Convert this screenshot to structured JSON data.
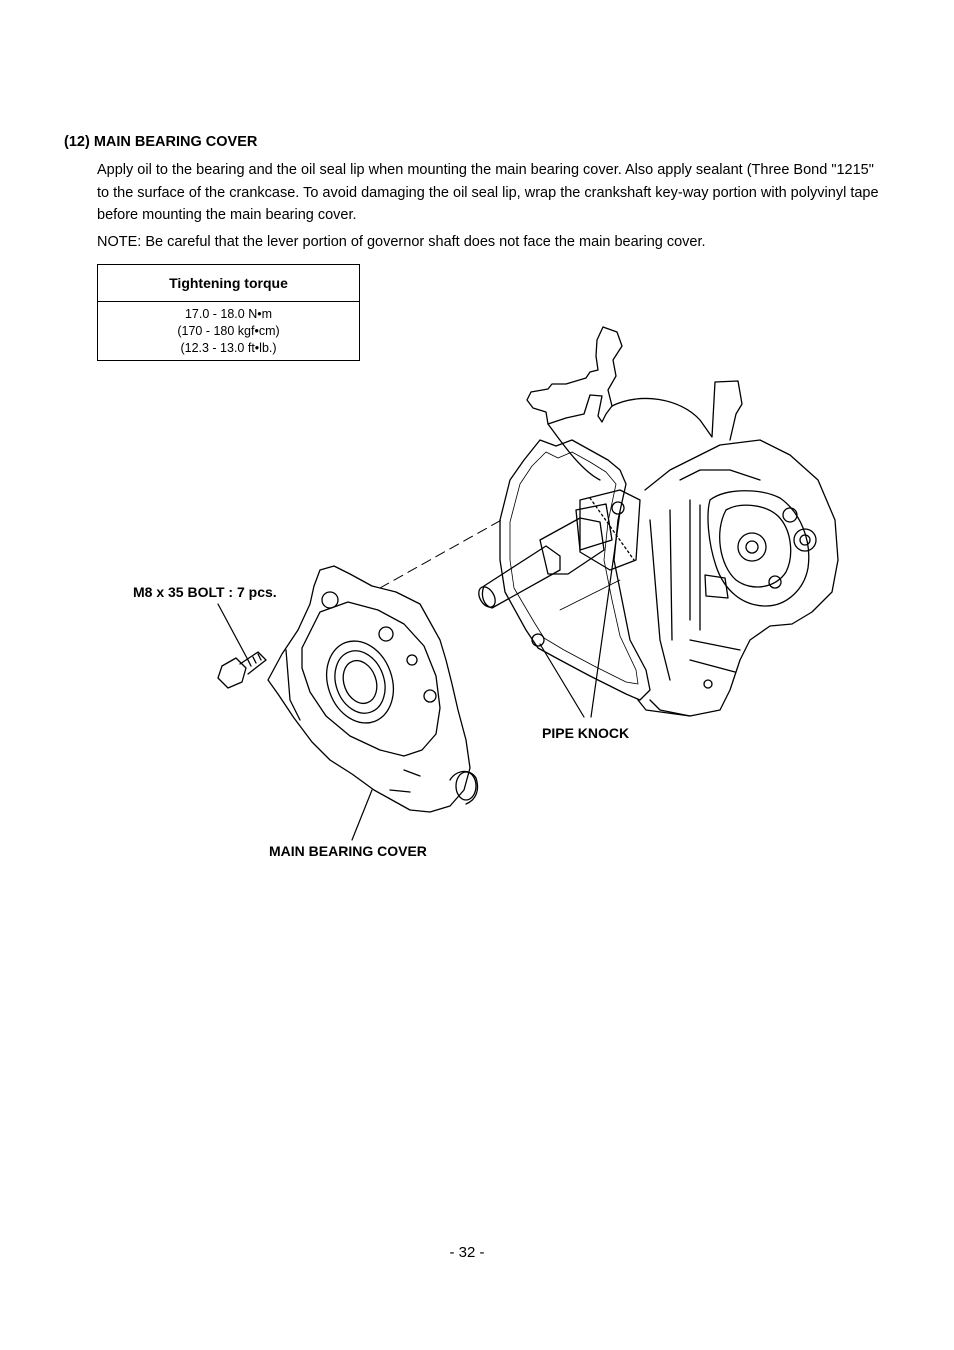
{
  "section": {
    "heading": "(12) MAIN BEARING COVER",
    "paragraph": "Apply oil to the bearing and the oil seal lip when mounting the main bearing cover. Also apply sealant (Three Bond \"1215\" to the surface of the crankcase. To avoid damaging the oil seal lip, wrap the crankshaft key-way portion with polyvinyl tape before mounting the main bearing cover.",
    "note": "NOTE: Be careful that the lever portion of governor shaft does not face the main bearing cover."
  },
  "torque_table": {
    "header": "Tightening torque",
    "values": [
      "17.0 - 18.0 N•m",
      "(170 - 180 kgf•cm)",
      "(12.3 - 13.0 ft•lb.)"
    ]
  },
  "figure": {
    "labels": {
      "bolt": "M8 x 35 BOLT : 7 pcs.",
      "pipe_knock": "PIPE KNOCK",
      "cover": "MAIN BEARING COVER"
    }
  },
  "footer": {
    "page_number": "- 32 -"
  }
}
